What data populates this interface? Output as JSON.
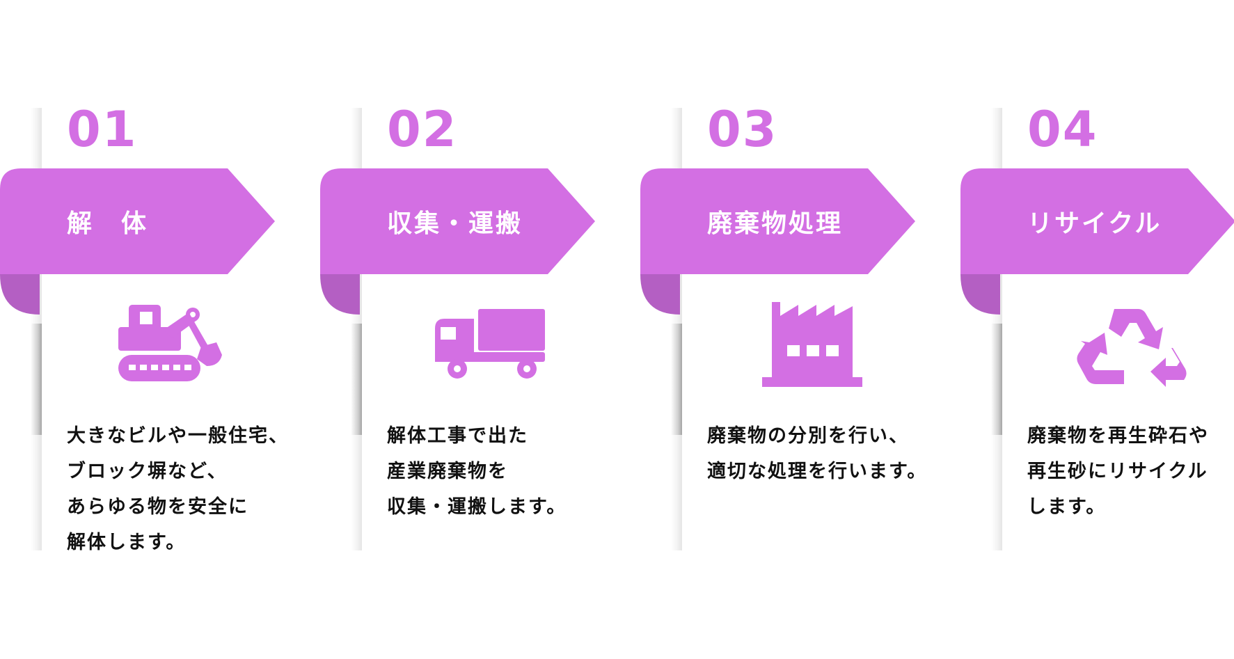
{
  "colors": {
    "accent": "#d36fe3",
    "accent_dark": "#b45fc3",
    "text": "#111111"
  },
  "steps": [
    {
      "number": "01",
      "title": "解　体",
      "icon": "excavator-icon",
      "description": [
        "大きなビルや一般住宅、",
        "ブロック塀など、",
        "あらゆる物を安全に",
        "解体します。"
      ]
    },
    {
      "number": "02",
      "title": "収集・運搬",
      "icon": "truck-icon",
      "description": [
        "解体工事で出た",
        "産業廃棄物を",
        "収集・運搬します。"
      ]
    },
    {
      "number": "03",
      "title": "廃棄物処理",
      "icon": "factory-icon",
      "description": [
        "廃棄物の分別を行い、",
        "適切な処理を行います。"
      ]
    },
    {
      "number": "04",
      "title": "リサイクル",
      "icon": "recycle-icon",
      "description": [
        "廃棄物を再生砕石や",
        "再生砂にリサイクル",
        "します。"
      ]
    }
  ]
}
